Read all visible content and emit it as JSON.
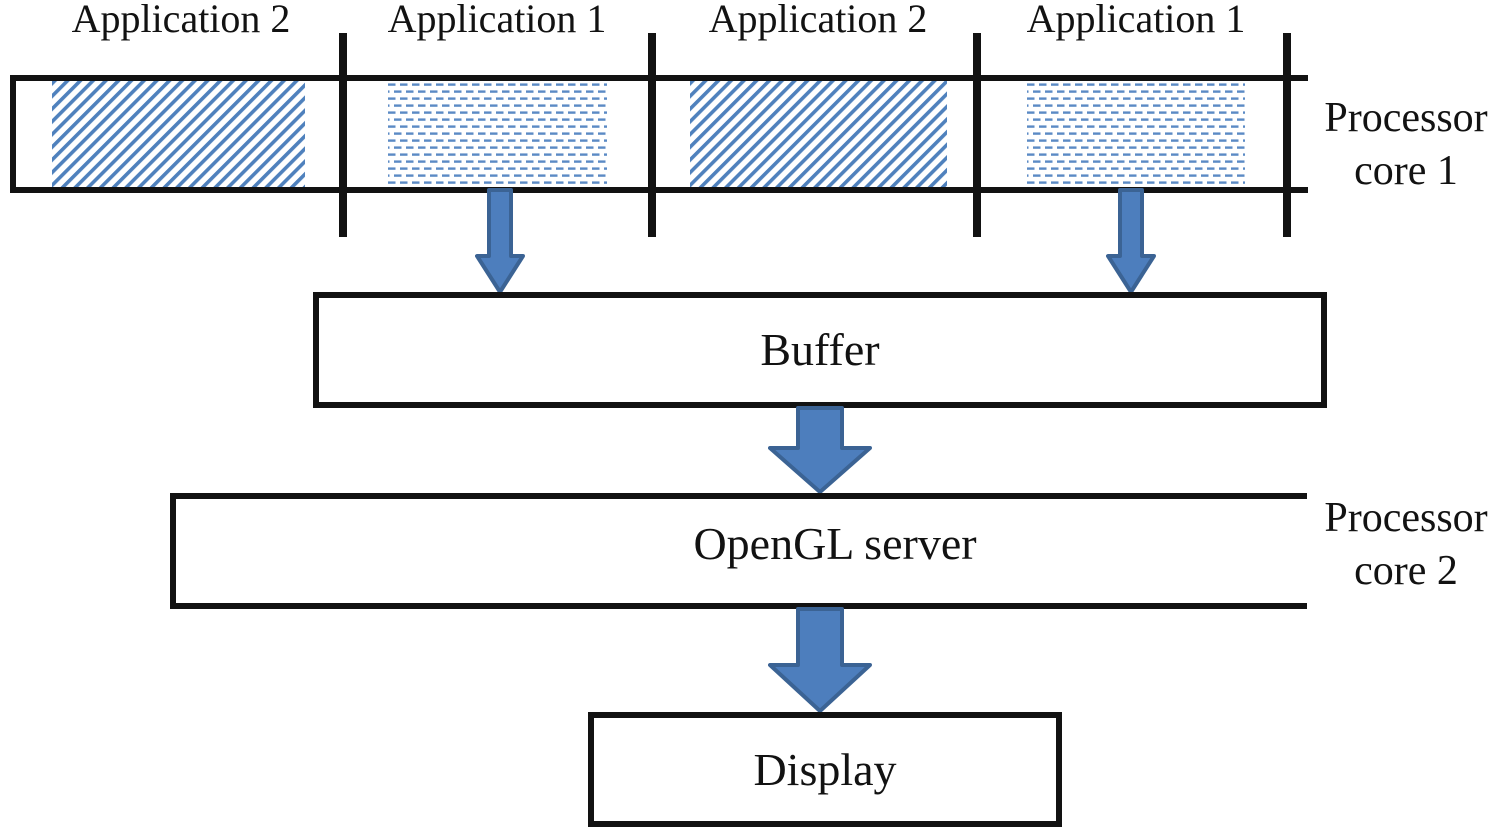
{
  "diagram": {
    "processor_core_1": {
      "label": [
        "Processor",
        "core 1"
      ],
      "timeline_segments": [
        {
          "label": "Application 2",
          "pattern": "diagonal-hatch"
        },
        {
          "label": "Application 1",
          "pattern": "dashed"
        },
        {
          "label": "Application 2",
          "pattern": "diagonal-hatch"
        },
        {
          "label": "Application 1",
          "pattern": "dashed"
        }
      ]
    },
    "buffer": {
      "label": "Buffer"
    },
    "processor_core_2": {
      "label": [
        "Processor",
        "core 2"
      ],
      "box_label": "OpenGL server"
    },
    "display": {
      "label": "Display"
    },
    "colors": {
      "hatch_blue": "#4f81bd",
      "dash_blue": "#5b8ac5",
      "arrow_fill": "#4d7ebd",
      "arrow_stroke": "#3b6394",
      "line_black": "#121212"
    }
  }
}
